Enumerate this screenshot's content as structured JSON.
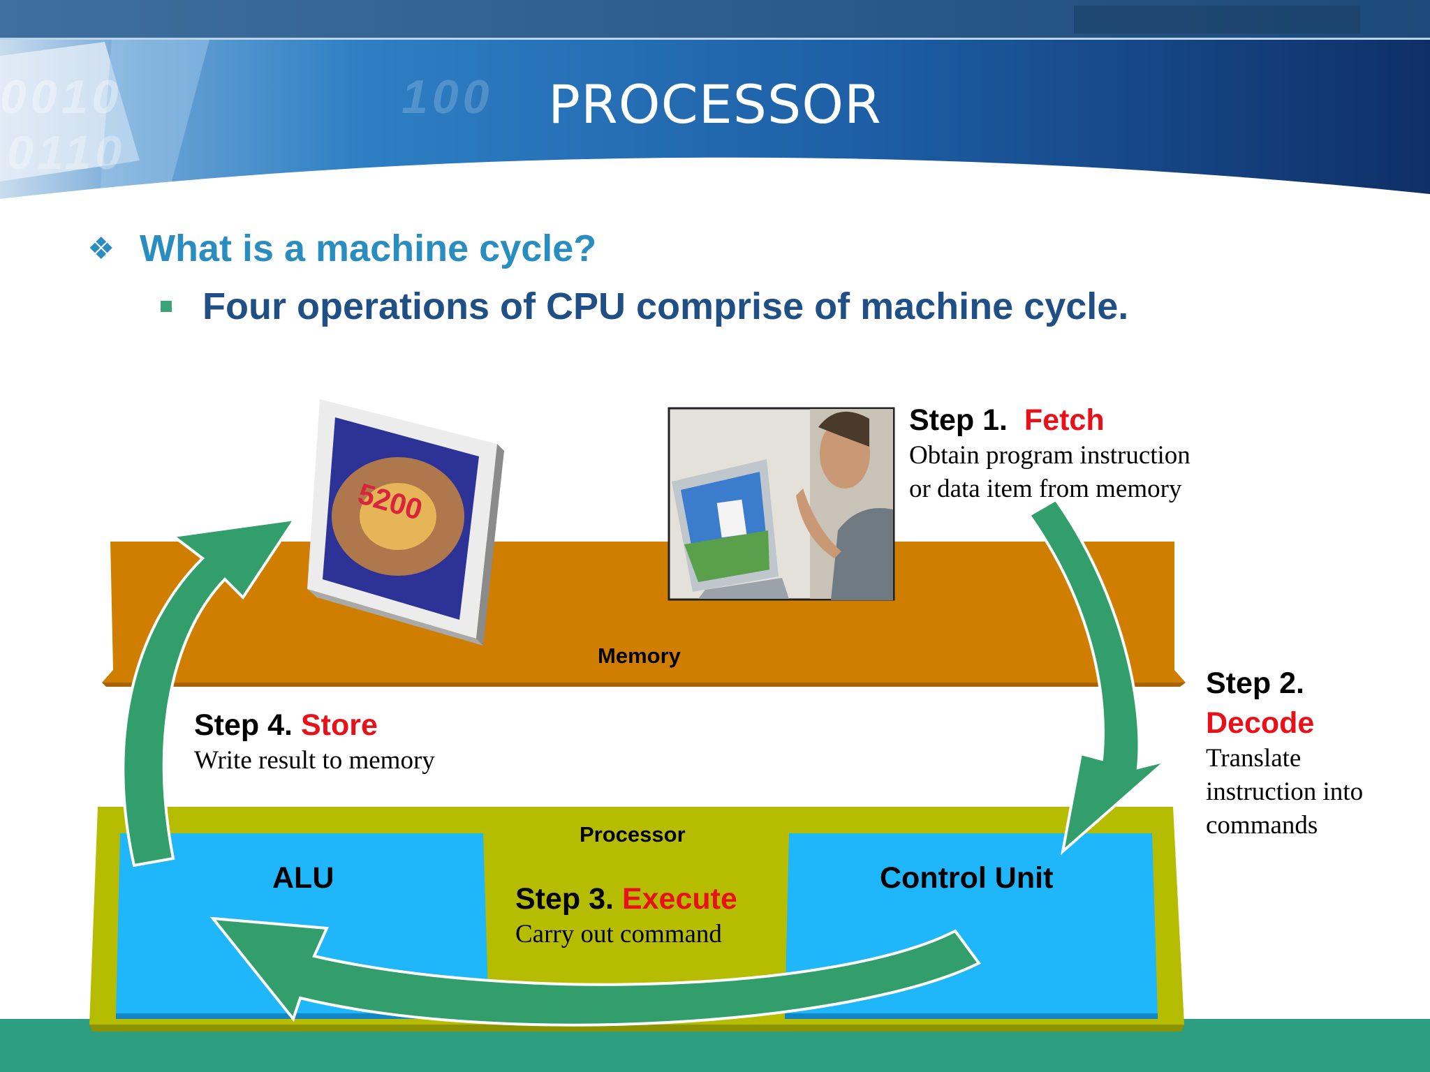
{
  "slide": {
    "title": "PROCESSOR",
    "bullet_main": "What is a machine cycle?",
    "bullet_sub": "Four operations of CPU comprise of machine cycle."
  },
  "banner_decor": {
    "binary_1": "0010",
    "binary_2": "100",
    "binary_3": "0110"
  },
  "diagram": {
    "memory_label": "Memory",
    "processor_label": "Processor",
    "alu_label": "ALU",
    "control_unit_label": "Control Unit",
    "monitor_display": "5200",
    "step1": {
      "prefix": "Step 1.",
      "name": "Fetch",
      "desc_line1": "Obtain program instruction",
      "desc_line2": "or data item from memory"
    },
    "step2": {
      "prefix": "Step 2.",
      "name": "Decode",
      "desc_line1": "Translate",
      "desc_line2": "instruction into",
      "desc_line3": "commands"
    },
    "step3": {
      "prefix": "Step 3.",
      "name": "Execute",
      "desc": "Carry out command"
    },
    "step4": {
      "prefix": "Step 4.",
      "name": "Store",
      "desc": "Write result to memory"
    }
  },
  "colors": {
    "banner_dark": "#1b4f86",
    "title_text": "#ffffff",
    "question": "#2a8dc0",
    "subbullet_text": "#1f4f85",
    "subbullet_marker": "#3aa57b",
    "memory": "#d07e00",
    "processor": "#b6bd00",
    "unit_blue": "#1fb7f9",
    "arrow_green": "#319e6c",
    "step_name_red": "#e8111a",
    "footer_teal": "#2e9e80"
  }
}
